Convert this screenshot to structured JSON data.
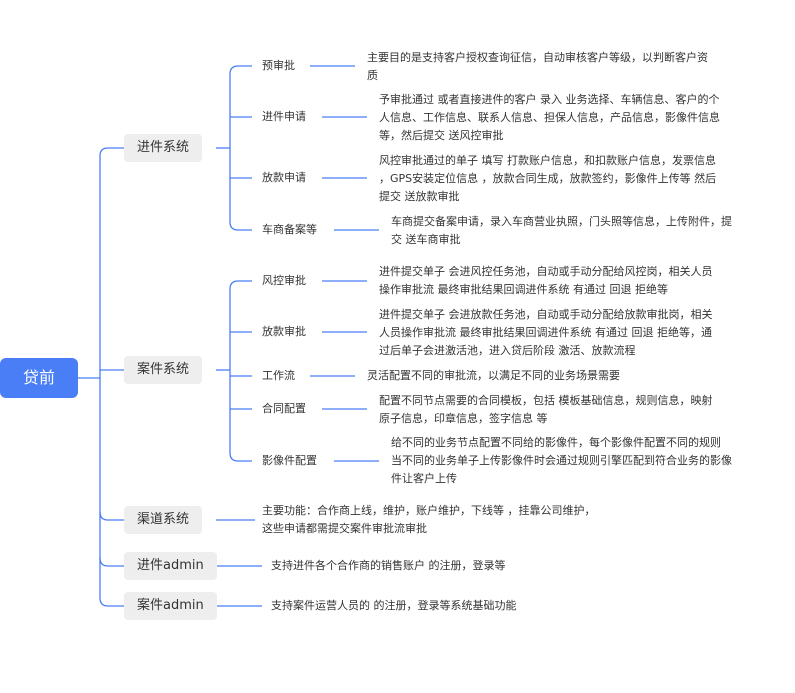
{
  "colors": {
    "accent": "#4a7ef7",
    "line": "#4a7ef7",
    "branch_bg": "#eeeeee",
    "text": "#333333"
  },
  "root": {
    "label": "贷前"
  },
  "branches": [
    {
      "label": "进件系统",
      "children": [
        {
          "label": "预审批",
          "desc": [
            "主要目的是支持客户授权查询征信，自动审核客户等级，以判断客户资",
            "质"
          ]
        },
        {
          "label": "进件申请",
          "desc": [
            "予审批通过 或者直接进件的客户 录入 业务选择、车辆信息、客户的个",
            "人信息、工作信息、联系人信息、担保人信息，产品信息，影像件信息",
            "等，然后提交 送风控审批"
          ]
        },
        {
          "label": "放款申请",
          "desc": [
            "风控审批通过的单子 填写 打款账户信息，和扣款账户信息，发票信息",
            "，GPS安装定位信息 ，放款合同生成，放款签约，影像件上传等 然后",
            "提交  送放款审批"
          ]
        },
        {
          "label": "车商备案等",
          "desc": [
            "车商提交备案申请，录入车商营业执照，门头照等信息，上传附件，提",
            "交 送车商审批"
          ]
        }
      ]
    },
    {
      "label": "案件系统",
      "children": [
        {
          "label": "风控审批",
          "desc": [
            "进件提交单子 会进风控任务池，自动或手动分配给风控岗，相关人员",
            "操作审批流  最终审批结果回调进件系统 有通过 回退 拒绝等"
          ]
        },
        {
          "label": "放款审批",
          "desc": [
            "进件提交单子 会进放款任务池，自动或手动分配给放款审批岗，相关",
            "人员操作审批流  最终审批结果回调进件系统 有通过 回退 拒绝等，通",
            "过后单子会进激活池，进入贷后阶段 激活、放款流程"
          ]
        },
        {
          "label": "工作流",
          "desc": [
            "灵活配置不同的审批流，以满足不同的业务场景需要"
          ]
        },
        {
          "label": "合同配置",
          "desc": [
            "配置不同节点需要的合同模板，包括 模板基础信息，规则信息，映射",
            "原子信息，印章信息，签字信息 等"
          ]
        },
        {
          "label": "影像件配置",
          "desc": [
            "给不同的业务节点配置不同给的影像件，每个影像件配置不同的规则",
            "当不同的业务单子上传影像件时会通过规则引擎匹配到符合业务的影像",
            "件让客户上传"
          ]
        }
      ]
    },
    {
      "label": "渠道系统",
      "desc": [
        "主要功能：合作商上线，维护，账户维护，下线等 ，挂靠公司维护，",
        "这些申请都需提交案件审批流审批"
      ]
    },
    {
      "label": "进件admin",
      "desc": [
        "支持进件各个合作商的销售账户 的注册，登录等"
      ]
    },
    {
      "label": "案件admin",
      "desc": [
        "支持案件运营人员的 的注册，登录等系统基础功能"
      ]
    }
  ]
}
